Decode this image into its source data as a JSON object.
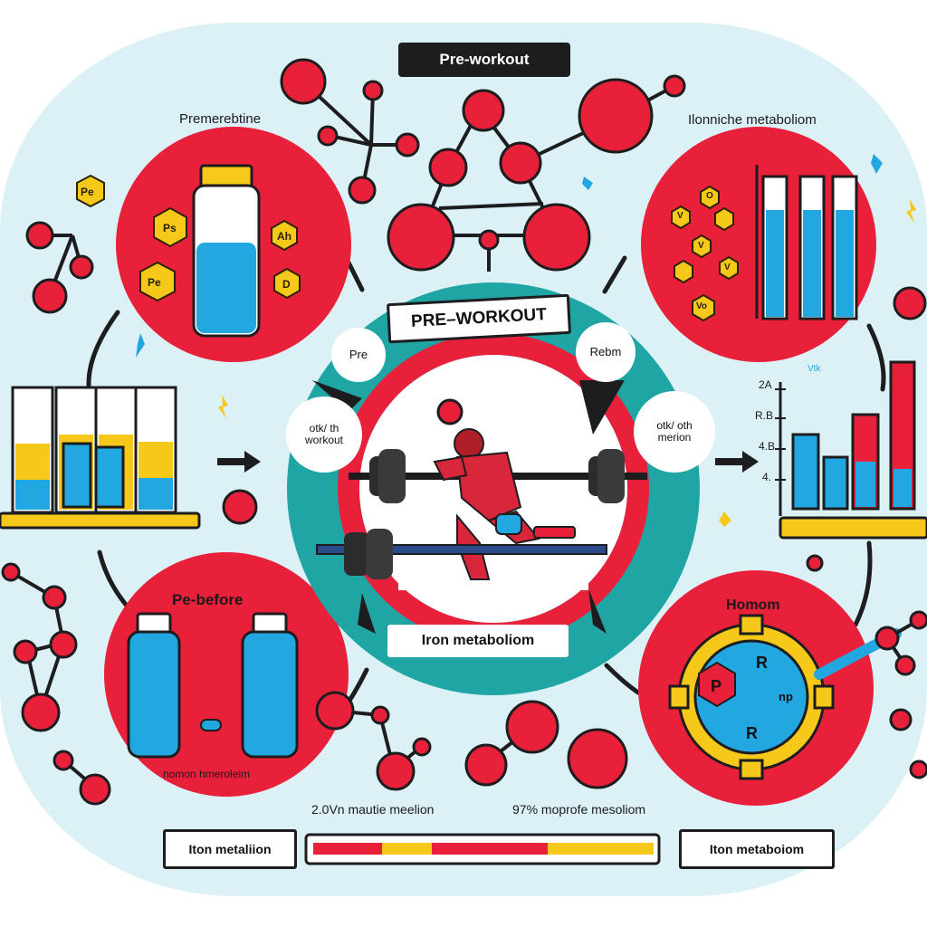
{
  "header": {
    "title": "Pre-workout"
  },
  "center": {
    "banner": "PRE–WORKOUT",
    "bubble_left_top": "Pre",
    "bubble_right_top": "Rebm",
    "bubble_left_mid": "otk/ th workout",
    "bubble_right_mid": "otk/ oth merion",
    "bottom_label": "Iron metaboliom"
  },
  "panels": {
    "top_left": {
      "title": "Premerebtine",
      "hex_labels": [
        "Pe",
        "Ps",
        "Pe",
        "Ah",
        "D"
      ]
    },
    "top_right": {
      "title": "Ilonniche metaboliom",
      "hex_labels": [
        "V",
        "O",
        "V",
        "V",
        "Vo"
      ]
    },
    "bottom_left": {
      "title": "Pe-before",
      "caption": "nomon hmeroleim"
    },
    "bottom_right": {
      "title": "Homom",
      "gear_labels": [
        "P",
        "R",
        "R",
        "np"
      ]
    }
  },
  "right_chart": {
    "legend": "Vtk",
    "tick_labels": [
      "2A",
      "R.B",
      "4.B",
      "4."
    ]
  },
  "footer": {
    "stat_left": "2.0Vn mautie meelion",
    "stat_right": "97% moprofe mesoliom",
    "tag_left": "Iton metaliion",
    "tag_right": "Iton metaboiom"
  },
  "colors": {
    "background": "#dcf1f6",
    "red": "#e8203a",
    "teal": "#1fa5a4",
    "yellow": "#f6c81a",
    "blue": "#22a7e0",
    "dark": "#1d1d1f"
  }
}
